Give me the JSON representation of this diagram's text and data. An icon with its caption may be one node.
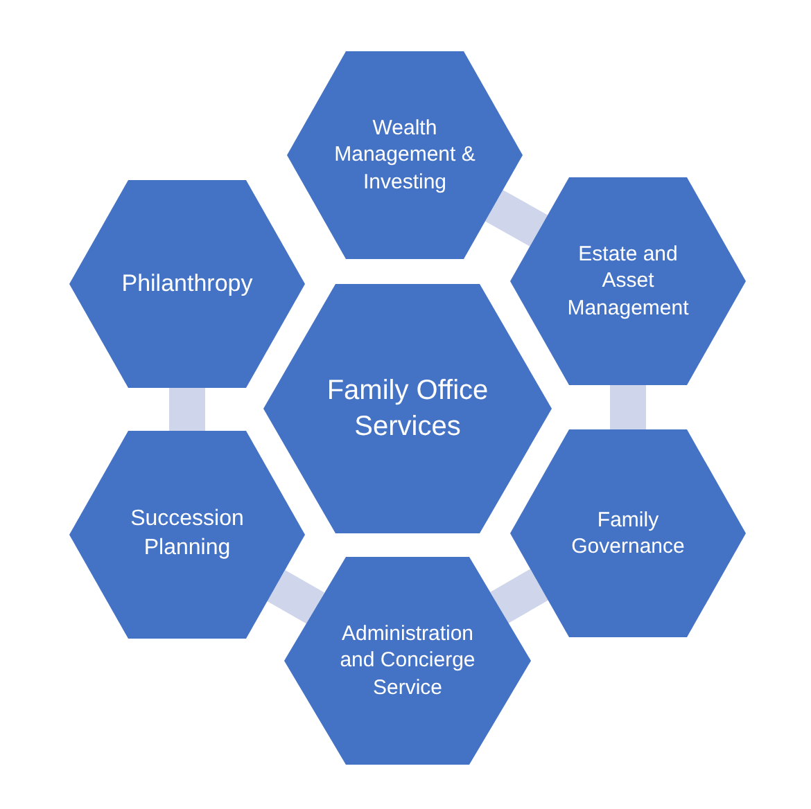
{
  "diagram": {
    "nodes": [
      {
        "text": [
          "Wealth Management & Investing"
        ]
      },
      {
        "text": [
          "Philanthropy"
        ]
      },
      {
        "text": [
          "Estate and Asset Management"
        ]
      },
      {
        "text": [
          "Family Office Services"
        ]
      },
      {
        "text": [
          "Succession Planning"
        ]
      },
      {
        "text": [
          "Family Governance"
        ]
      },
      {
        "text": [
          "Administration and Concierge Service"
        ]
      }
    ],
    "edges": [
      {
        "from": 0,
        "to": 2,
        "arrow": "none"
      },
      {
        "from": 2,
        "to": 5,
        "arrow": "none"
      },
      {
        "from": 5,
        "to": 6,
        "arrow": "none"
      },
      {
        "from": 6,
        "to": 4,
        "arrow": "none"
      },
      {
        "from": 4,
        "to": 1,
        "arrow": "none"
      }
    ]
  }
}
